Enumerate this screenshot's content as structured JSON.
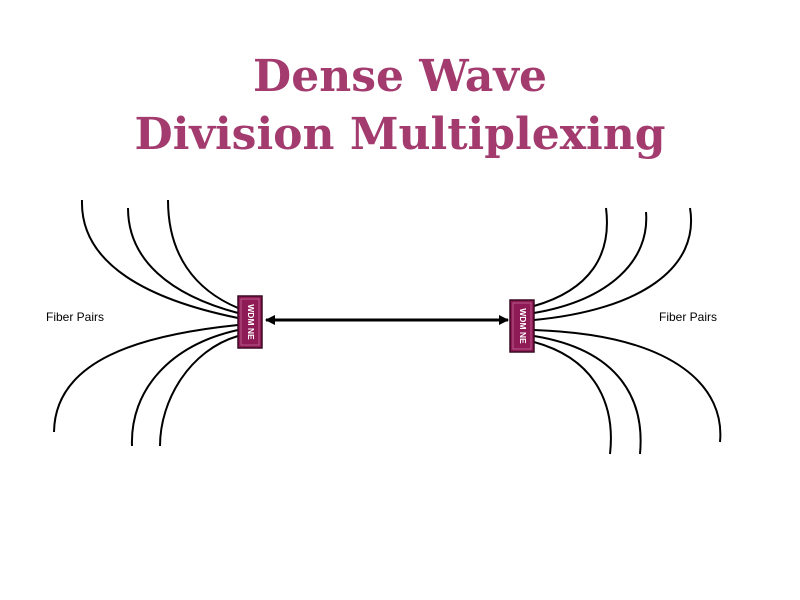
{
  "title": {
    "line1": "Dense Wave",
    "line2": "Division Multiplexing"
  },
  "labels": {
    "left": "Fiber Pairs",
    "right": "Fiber Pairs"
  },
  "nodes": {
    "left": "WDM NE",
    "right": "WDM NE"
  },
  "colors": {
    "title": "#a33b6e",
    "node_fill": "#8e1b55",
    "line": "#000000"
  }
}
